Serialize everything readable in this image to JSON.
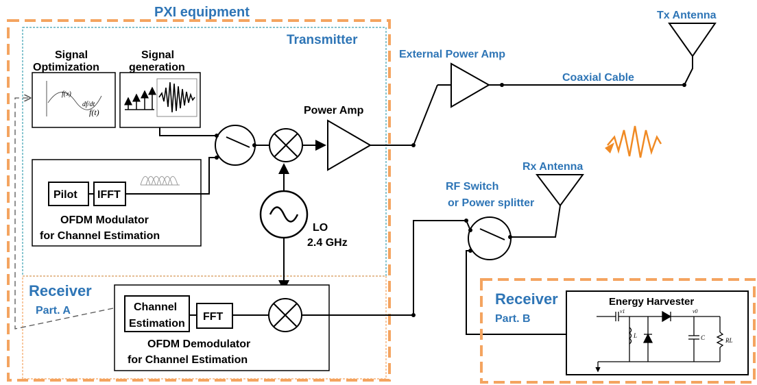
{
  "colors": {
    "accent_orange": "#f4a460",
    "label_blue": "#2e75b6",
    "wave_orange": "#f08a24",
    "dashed_teal": "#3a9fb0"
  },
  "labels": {
    "pxi": "PXI equipment",
    "transmitter": "Transmitter",
    "sig_opt_1": "Signal",
    "sig_opt_2": "Optimization",
    "sig_gen_1": "Signal",
    "sig_gen_2": "generation",
    "power_amp": "Power Amp",
    "ext_amp": "External Power Amp",
    "coax": "Coaxial  Cable",
    "tx_antenna": "Tx Antenna",
    "rx_antenna": "Rx Antenna",
    "rf_switch_1": "RF Switch",
    "rf_switch_2": "or Power splitter",
    "pilot": "Pilot",
    "ifft": "IFFT",
    "ofdm_mod_1": "OFDM Modulator",
    "ofdm_mod_2": "for Channel Estimation",
    "lo_1": "LO",
    "lo_2": "2.4 GHz",
    "receiver_a": "Receiver",
    "part_a": "Part. A",
    "chan_est_1": "Channel",
    "chan_est_2": "Estimation",
    "fft": "FFT",
    "ofdm_demod_1": "OFDM Demodulator",
    "ofdm_demod_2": "for Channel Estimation",
    "receiver_b": "Receiver",
    "part_b": "Part. B",
    "energy_harvester": "Energy Harvester",
    "opt_fx": "f(x)",
    "opt_dfdt": "df/dt",
    "opt_ft": "f(t)",
    "circ_v1": "v1",
    "circ_v0": "v0",
    "circ_l": "L",
    "circ_c": "C",
    "circ_rl": "RL"
  }
}
